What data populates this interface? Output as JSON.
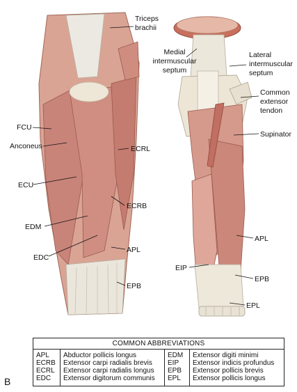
{
  "panel_letter": "B",
  "labels": {
    "triceps_line1": "Triceps",
    "triceps_line2": "brachii",
    "medial_line1": "Medial",
    "medial_line2": "intermuscular",
    "medial_line3": "septum",
    "lateral_line1": "Lateral",
    "lateral_line2": "intermuscular",
    "lateral_line3": "septum",
    "common_line1": "Common",
    "common_line2": "extensor",
    "common_line3": "tendon",
    "supinator": "Supinator",
    "fcu": "FCU",
    "anconeus": "Anconeus",
    "ecrl": "ECRL",
    "ecu": "ECU",
    "ecrb": "ECRB",
    "edm": "EDM",
    "apl_left": "APL",
    "edc": "EDC",
    "epb_left": "EPB",
    "apl_right": "APL",
    "eip": "EIP",
    "epb_right": "EPB",
    "epl": "EPL"
  },
  "table": {
    "title": "COMMON ABBREVIATIONS",
    "left_abbr": [
      "APL",
      "ECRB",
      "ECRL",
      "EDC"
    ],
    "left_full": [
      "Abductor pollicis longus",
      "Extensor carpi radialis brevis",
      "Extensor carpi radialis longus",
      "Extensor digitorum communis"
    ],
    "right_abbr": [
      "EDM",
      "EIP",
      "EPB",
      "EPL"
    ],
    "right_full": [
      "Extensor digiti minimi",
      "Extensor indicis profundus",
      "Extensor pollicis brevis",
      "Extensor pollicis longus"
    ]
  }
}
